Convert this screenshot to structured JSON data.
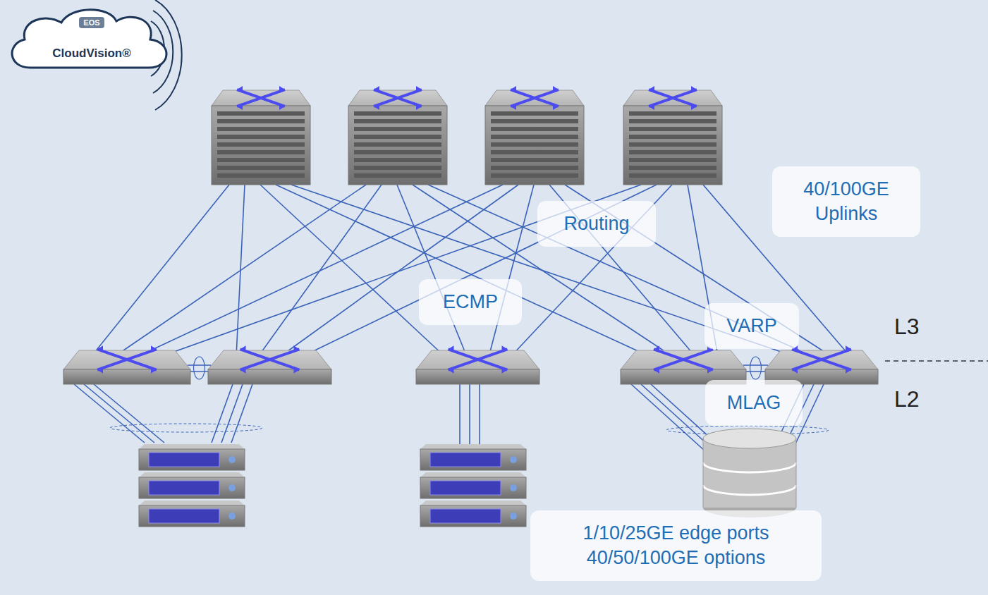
{
  "diagram": {
    "nodes": [
      {
        "text": [
          "EOS",
          "CloudVision®"
        ]
      },
      {
        "text": [
          "40/100GE Uplinks"
        ]
      },
      {
        "text": [
          "Routing"
        ]
      },
      {
        "text": [
          "ECMP"
        ]
      },
      {
        "text": [
          "VARP"
        ]
      },
      {
        "text": [
          "MLAG"
        ]
      },
      {
        "text": [
          "1/10/25GE edge ports 40/50/100GE options"
        ]
      }
    ],
    "labels": [
      "L3",
      "L2"
    ]
  }
}
